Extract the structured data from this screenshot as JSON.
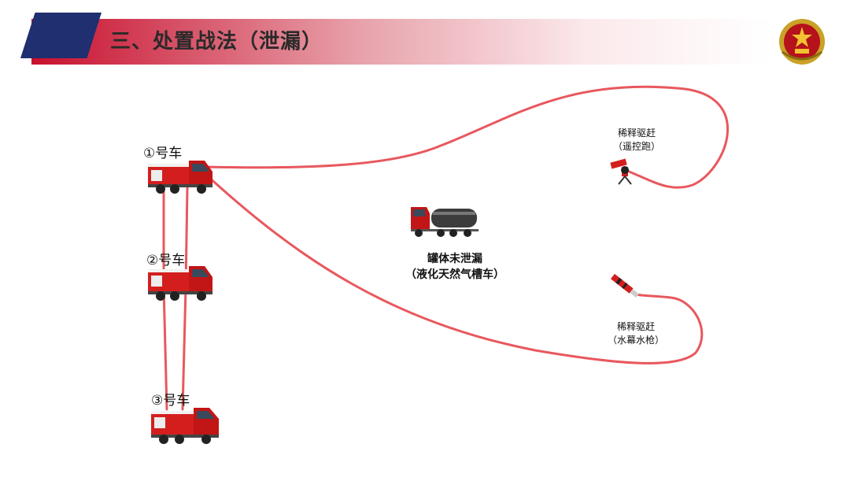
{
  "header": {
    "title": "三、处置战法（泄漏）"
  },
  "trucks": [
    {
      "label": "①号车"
    },
    {
      "label": "②号车"
    },
    {
      "label": "③号车"
    }
  ],
  "tanker": {
    "line1": "罐体未泄漏",
    "line2": "（液化天然气槽车）"
  },
  "remote_cannon": {
    "line1": "稀释驱赶",
    "line2": "（遥控跑）"
  },
  "water_curtain": {
    "line1": "稀释驱赶",
    "line2": "（水幕水枪）"
  },
  "colors": {
    "hose": "#e8585e",
    "truck_red": "#d41e1e",
    "navy": "#1f2f6f",
    "header_red": "#c8102e"
  }
}
